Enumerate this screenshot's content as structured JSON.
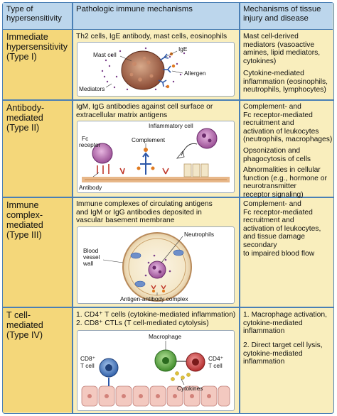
{
  "header": {
    "col1": "Type of hypersensitivity",
    "col2": "Pathologic immune mechanisms",
    "col3": "Mechanisms of tissue injury and disease"
  },
  "rows": [
    {
      "type": "Immediate\nhypersensitivity\n(Type I)",
      "mechanism": "Th2 cells, IgE antibody, mast cells, eosinophils",
      "injury": [
        "Mast cell-derived\nmediators (vasoactive\namines, lipid mediators,\ncytokines)",
        "Cytokine-mediated\ninflammation (eosinophils,\nneutrophils, lymphocytes)"
      ],
      "labels": {
        "mast_cell": "Mast cell",
        "ige": "IgE",
        "mediators": "Mediators",
        "allergen": "Allergen"
      }
    },
    {
      "type": "Antibody-\nmediated\n(Type II)",
      "mechanism": "IgM, IgG antibodies against cell surface or\nextracellular matrix antigens",
      "injury": [
        "Complement- and\nFc receptor-mediated\nrecruitment and\nactivation of leukocytes\n(neutrophils, macrophages)",
        "Opsonization and\nphagocytosis of cells",
        "Abnormalities in cellular\nfunction (e.g., hormone or\nneurotransmitter\nreceptor signaling)"
      ],
      "labels": {
        "inflammatory_cell": "Inflammatory cell",
        "fc": "Fc",
        "receptor": "receptor",
        "complement": "Complement",
        "antibody": "Antibody"
      }
    },
    {
      "type": "Immune\ncomplex-\nmediated\n(Type III)",
      "mechanism": "Immune complexes of circulating antigens\nand IgM or IgG antibodies deposited in\nvascular basement membrane",
      "injury": [
        "Complement- and\nFc receptor-mediated\nrecruitment and\nactivation of leukocytes,\nand tissue damage secondary\nto impaired blood flow"
      ],
      "labels": {
        "neutrophils": "Neutrophils",
        "blood": "Blood",
        "vessel": "vessel",
        "wall": "wall",
        "complex": "Antigen-antibody complex"
      }
    },
    {
      "type": "T cell-\nmediated\n(Type IV)",
      "mechanism_lines": [
        "1. CD4⁺ T cells (cytokine-mediated inflammation)",
        "2. CD8⁺ CTLs (T cell-mediated cytolysis)"
      ],
      "injury": [
        "1. Macrophage activation,\n    cytokine-mediated\n    inflammation",
        "2. Direct target cell lysis,\n    cytokine-mediated\n    inflammation"
      ],
      "labels": {
        "macrophage": "Macrophage",
        "cd8": "CD8⁺",
        "tcell_l": "T cell",
        "cd4": "CD4⁺",
        "tcell_r": "T cell",
        "cytokines": "Cytokines"
      }
    }
  ],
  "colors": {
    "header_bg": "#bcd6ec",
    "type_bg": "#f4d77a",
    "body_bg": "#f9eebd",
    "border": "#4a7fb5"
  }
}
